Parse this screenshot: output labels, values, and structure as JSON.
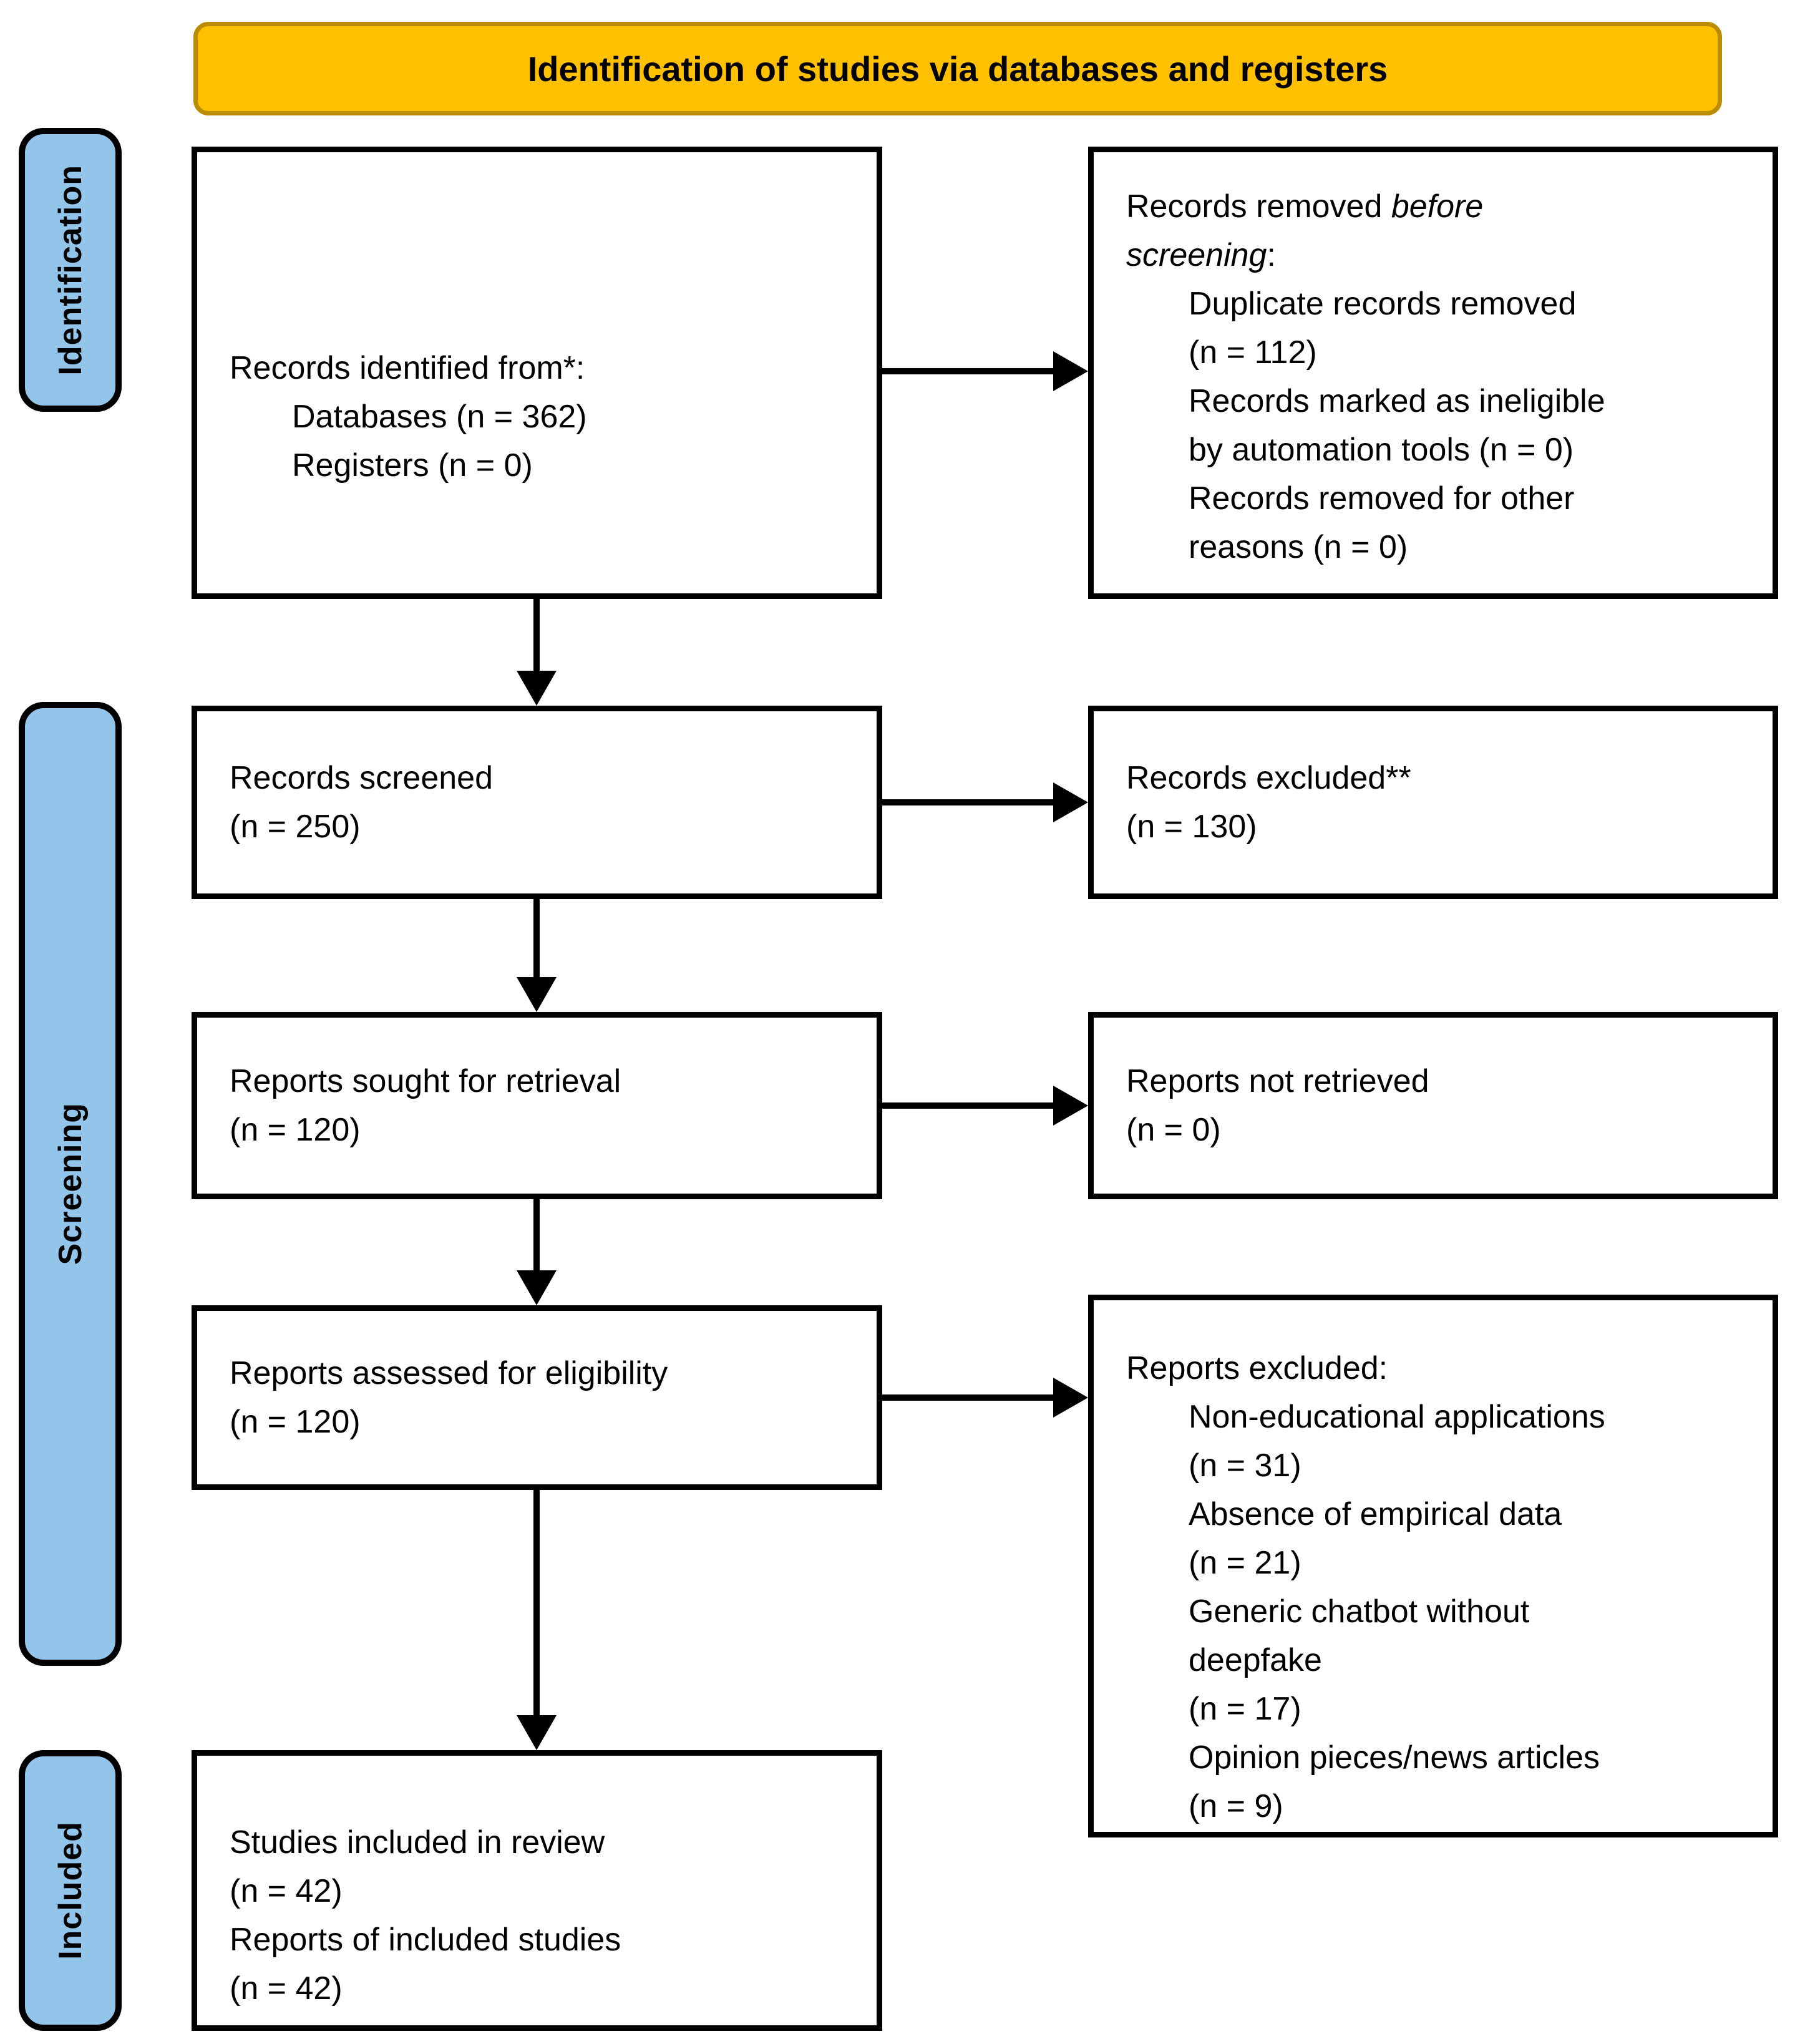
{
  "banner": {
    "label": "Identification of studies via databases and registers"
  },
  "stages": [
    {
      "label": "Identification"
    },
    {
      "label": "Screening"
    },
    {
      "label": "Included"
    }
  ],
  "boxes": {
    "records_identified": {
      "lines": [
        "Records identified from*:",
        "Databases (n = 362)",
        "Registers (n = 0)"
      ]
    },
    "records_removed": {
      "intro_pre": "Records removed ",
      "intro_em1": "before",
      "intro_em2": "screening",
      "intro_post": ":",
      "items": [
        [
          "Duplicate records removed",
          "(n = 112)"
        ],
        [
          "Records marked as ineligible",
          "by automation tools (n = 0)"
        ],
        [
          "Records removed for other",
          "reasons (n = 0)"
        ]
      ]
    },
    "records_screened": {
      "lines": [
        "Records screened",
        "(n = 250)"
      ]
    },
    "records_excluded": {
      "lines": [
        "Records excluded**",
        "(n = 130)"
      ]
    },
    "reports_sought": {
      "lines": [
        "Reports sought for retrieval",
        "(n = 120)"
      ]
    },
    "reports_not_retrieved": {
      "lines": [
        "Reports not retrieved",
        "(n = 0)"
      ]
    },
    "reports_assessed": {
      "lines": [
        "Reports assessed for eligibility",
        "(n = 120)"
      ]
    },
    "reports_excluded": {
      "heading": "Reports excluded:",
      "items": [
        [
          "Non-educational applications",
          "(n = 31)"
        ],
        [
          "Absence of empirical data",
          "(n = 21)"
        ],
        [
          "Generic chatbot without",
          "deepfake",
          "(n = 17)"
        ],
        [
          "Opinion pieces/news articles",
          "(n = 9)"
        ]
      ]
    },
    "studies_included": {
      "lines": [
        "Studies included in review",
        "(n = 42)",
        "Reports of included studies",
        "(n = 42)"
      ]
    }
  },
  "colors": {
    "banner_fill": "#FFC000",
    "banner_border": "#BC8C00",
    "stage_fill": "#92C5E9"
  }
}
